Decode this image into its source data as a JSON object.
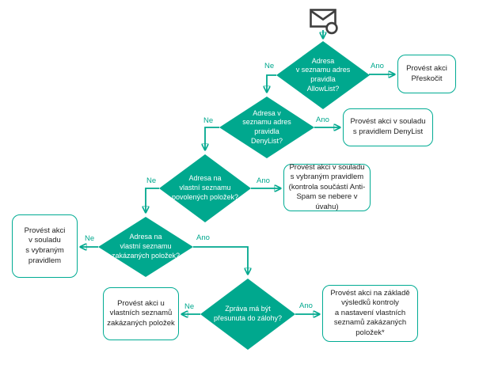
{
  "flowchart": {
    "yes_label": "Ano",
    "no_label": "Ne",
    "start_icon": "email-message-icon",
    "decisions": {
      "allowlist": "Adresa\nv seznamu adres\npravidla\nAllowList?",
      "denylist": "Adresa v\nseznamu adres\npravidla\nDenyList?",
      "custom_allowed": "Adresa na\nvlastní seznamu\npovolených položek?",
      "custom_blocked": "Adresa na\nvlastní seznamu\nzakázaných položek?",
      "move_to_backup": "Zpráva má být\npřesunuta do zálohy?"
    },
    "actions": {
      "skip": "Provést akci\nPřeskočit",
      "denylist_rule": "Provést akci v souladu\ns pravidlem DenyList",
      "selected_rule_note": "Provést akci v souladu\ns vybraným pravidlem\n(kontrola součástí Anti-\nSpam se nebere v úvahu)",
      "selected_rule": "Provést akci\nv souladu\ns vybraným\npravidlem",
      "custom_blocklists": "Provést akci u\nvlastních seznamů\nzakázaných položek",
      "scan_results": "Provést akci na základě\nvýsledků kontroly\na nastavení vlastních\nseznamů zakázaných\npoložek*"
    },
    "colors": {
      "accent": "#00a88e",
      "icon": "#3f3f3f",
      "box_text": "#1e1e1e",
      "diamond_text": "#ffffff",
      "background": "#ffffff"
    }
  }
}
